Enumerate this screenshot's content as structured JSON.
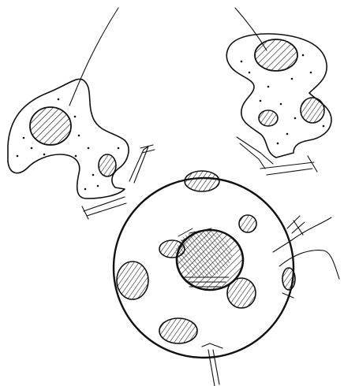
{
  "image": {
    "kind": "hand-drawn sketch",
    "description_items": [
      "large-round-cell-with-nucleus",
      "branching-cell-left",
      "branching-cell-right"
    ]
  },
  "colors": {
    "ink": "#111111",
    "paper": "#ffffff"
  }
}
